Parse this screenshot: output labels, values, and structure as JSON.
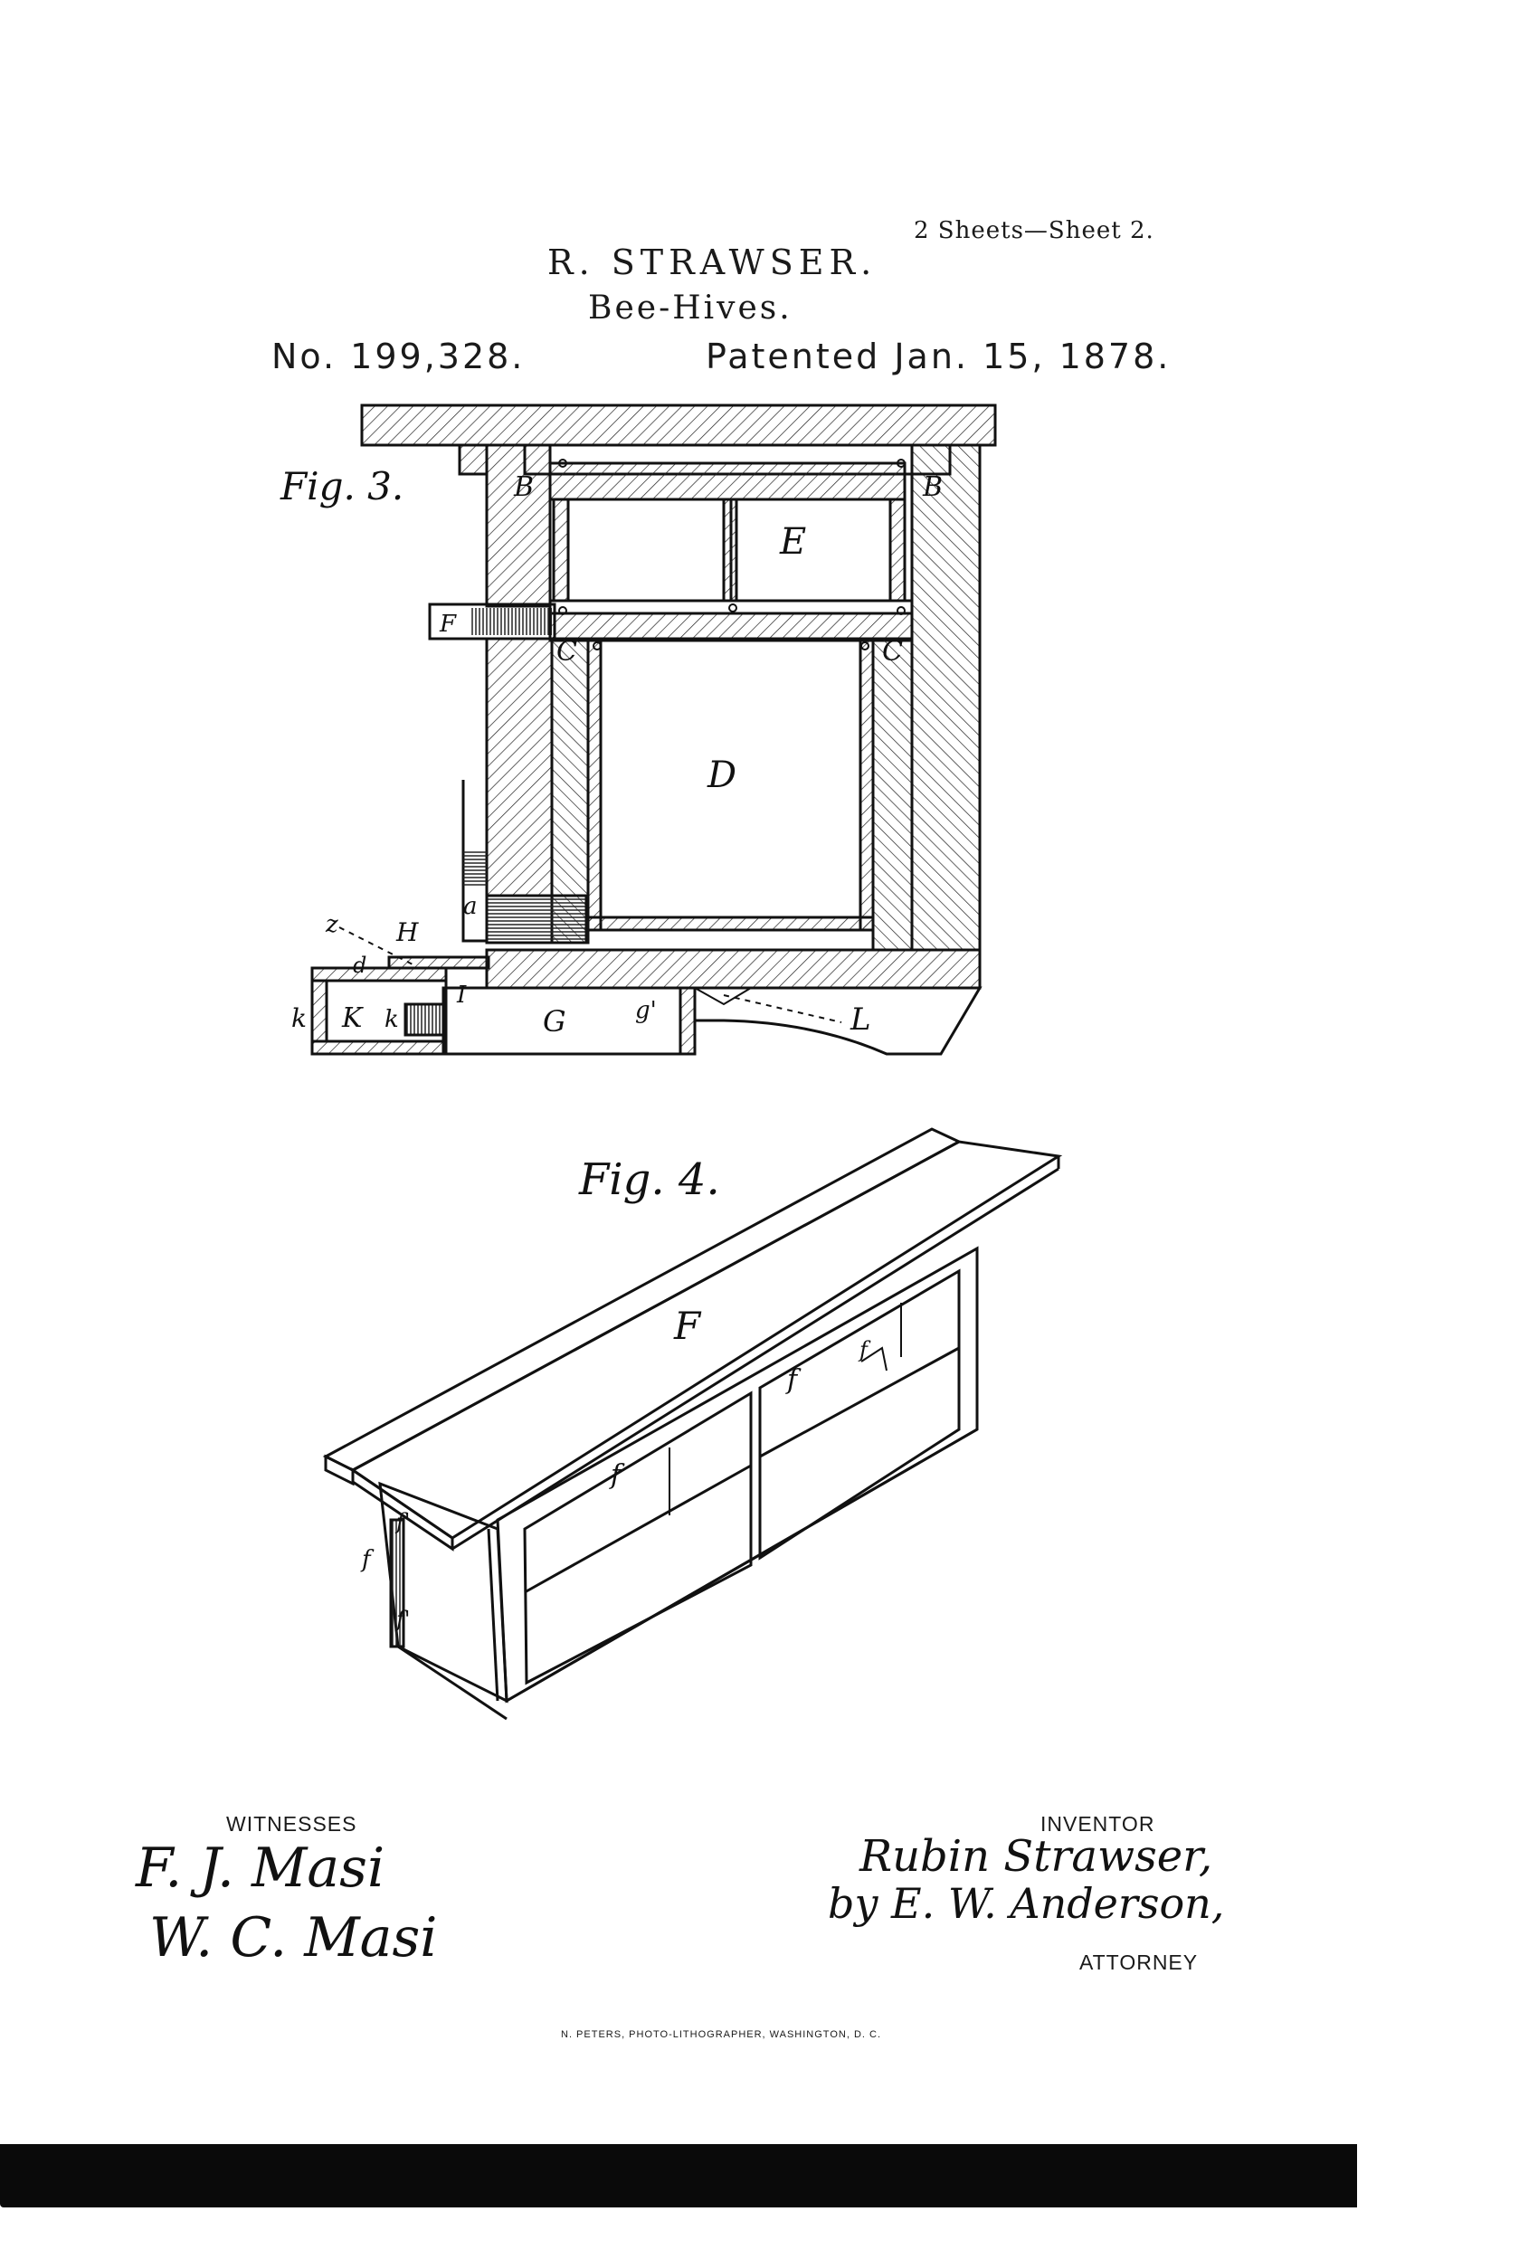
{
  "header": {
    "sheets": "2 Sheets—Sheet 2.",
    "inventor_name": "R. STRAWSER.",
    "subject": "Bee-Hives.",
    "patent_number": "No. 199,328.",
    "patent_date": "Patented Jan. 15, 1878."
  },
  "figures": {
    "fig3_label": "Fig. 3.",
    "fig4_label": "Fig. 4.",
    "fig3_parts": {
      "B_left": "B",
      "B_right": "B",
      "E": "E",
      "F": "F",
      "C_left": "C",
      "C_right": "C",
      "D": "D",
      "z": "z",
      "H": "H",
      "a": "a",
      "d": "d",
      "I": "I",
      "G": "G",
      "g": "g'",
      "L": "L",
      "k_left": "k",
      "K": "K",
      "k_right": "k"
    },
    "fig4_parts": {
      "F": "F",
      "f_center": "f",
      "f_left": "f",
      "f_prime_top": "f'",
      "f_side": "f",
      "f_prime_bottom": "f'",
      "f_right": "f"
    }
  },
  "footer": {
    "witnesses_label": "WITNESSES",
    "witness_1": "F. J. Masi",
    "witness_2": "W. C. Masi",
    "inventor_label": "INVENTOR",
    "inventor_signature": "Rubin Strawser,",
    "attorney_signature": "by E. W. Anderson,",
    "attorney_label": "ATTORNEY",
    "printer": "N. PETERS, PHOTO-LITHOGRAPHER, WASHINGTON, D. C."
  }
}
